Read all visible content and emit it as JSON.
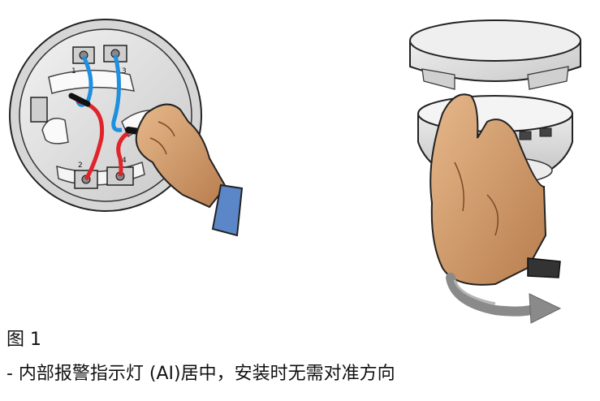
{
  "figure": {
    "left_terminal_labels": [
      "1",
      "3",
      "2",
      "4"
    ],
    "colors": {
      "wire_blue": "#1f8fe0",
      "wire_red": "#e0242a",
      "skin": "#d9a577",
      "skin_shadow": "#b37a4c",
      "sleeve": "#5b87c9",
      "base_plastic": "#e8e8e8",
      "outline": "#222222",
      "arrow": "#8a8a8a"
    },
    "icons": [
      "base-wiring-illustration",
      "detector-twist-illustration",
      "rotation-arrow-icon"
    ]
  },
  "caption": {
    "label": "图 1",
    "text": "- 内部报警指示灯 (AI)居中，安装时无需对准方向"
  }
}
